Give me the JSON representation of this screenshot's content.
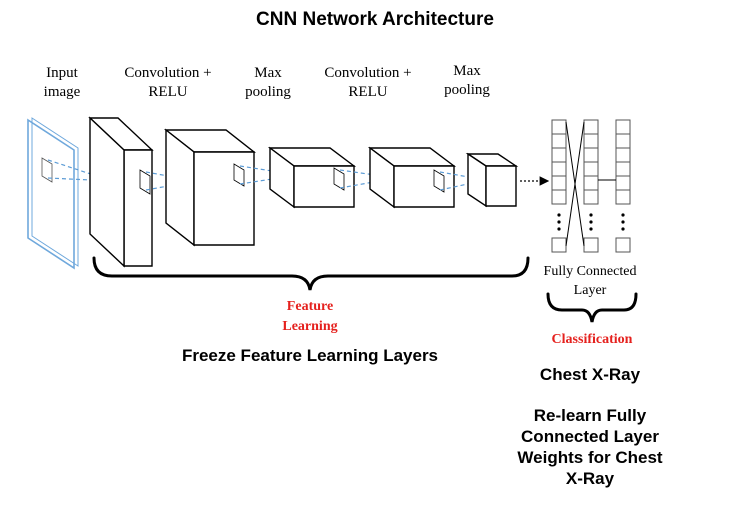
{
  "title": "CNN Network Architecture",
  "layers": [
    {
      "line1": "Input",
      "line2": "image"
    },
    {
      "line1": "Convolution +",
      "line2": "RELU"
    },
    {
      "line1": "Max",
      "line2": "pooling"
    },
    {
      "line1": "Convolution +",
      "line2": "RELU"
    },
    {
      "line1": "Max",
      "line2": "pooling"
    }
  ],
  "fully_connected": {
    "line1": "Fully Connected",
    "line2": "Layer"
  },
  "feature_learning": {
    "line1": "Feature",
    "line2": "Learning"
  },
  "classification": "Classification",
  "freeze_note": "Freeze Feature Learning Layers",
  "chest_xray": "Chest X-Ray",
  "relearn": [
    "Re-learn Fully",
    "Connected Layer",
    "Weights for Chest",
    "X-Ray"
  ],
  "colors": {
    "input_plane": "#6fa8dc",
    "arrows": "#5b9bd5",
    "highlight": "#e5211e"
  }
}
